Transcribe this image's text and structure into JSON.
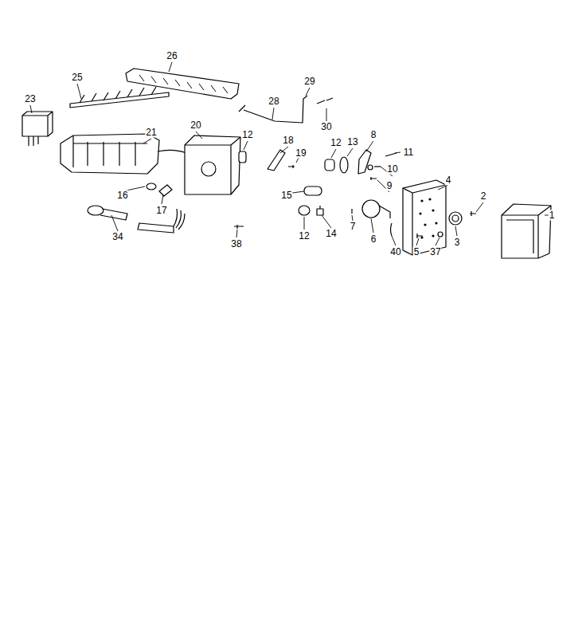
{
  "diagram": {
    "labels": [
      "26",
      "25",
      "29",
      "23",
      "28",
      "20",
      "30",
      "21",
      "12",
      "8",
      "18",
      "13",
      "12",
      "11",
      "19",
      "10",
      "4",
      "9",
      "16",
      "15",
      "2",
      "17",
      "1",
      "7",
      "14",
      "34",
      "12",
      "6",
      "38",
      "3",
      "40",
      "5",
      "37"
    ]
  }
}
